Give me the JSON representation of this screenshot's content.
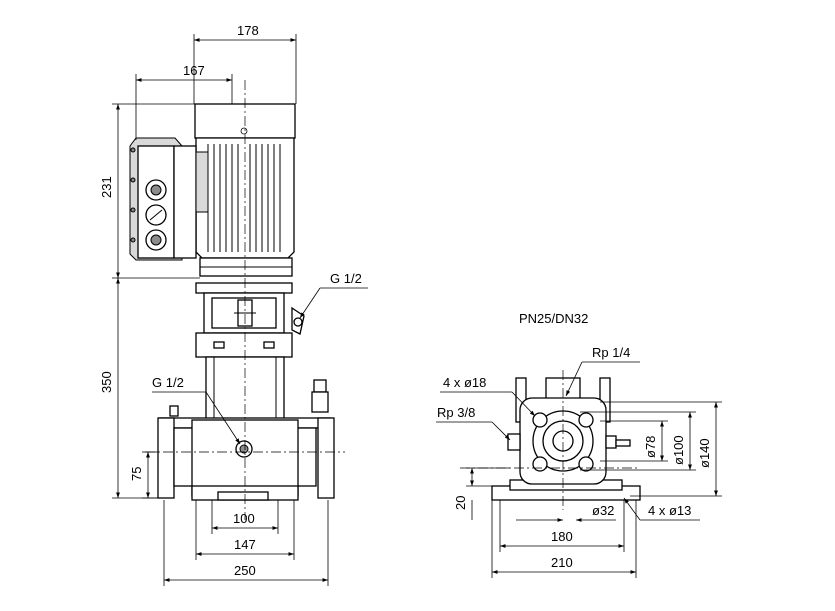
{
  "labels": {
    "left_dims": {
      "width_178": "178",
      "width_167": "167",
      "height_231": "231",
      "height_350": "350",
      "height_75": "75",
      "width_100": "100",
      "width_147": "147",
      "width_250": "250"
    },
    "left_callouts": {
      "g_half_top": "G 1/2",
      "g_half_mid": "G 1/2"
    },
    "right_title": "PN25/DN32",
    "right_callouts": {
      "rp_quarter": "Rp 1/4",
      "holes_18": "4 x ø18",
      "rp_three_eighths": "Rp 3/8",
      "holes_13": "4 x ø13"
    },
    "right_dims": {
      "dia_78": "ø78",
      "dia_100": "ø100",
      "dia_140": "ø140",
      "height_20": "20",
      "dia_32": "ø32",
      "width_180": "180",
      "width_210": "210"
    }
  }
}
